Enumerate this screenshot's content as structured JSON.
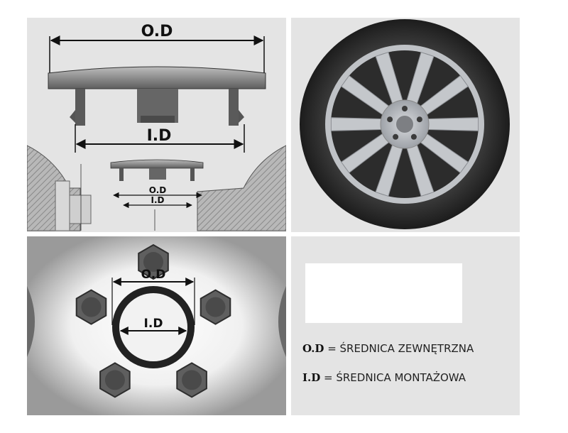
{
  "labels": {
    "od": "O.D",
    "id": "I.D"
  },
  "legend": [
    {
      "abbr": "O.D",
      "sep": " = ",
      "text": "ŚREDNICA ZEWNĘTRZNA"
    },
    {
      "abbr": "I.D",
      "sep": " = ",
      "text": "ŚREDNICA MONTAŻOWA"
    }
  ],
  "colors": {
    "panel_bg": "#e4e4e4",
    "cap_gray": "#6f6f6f",
    "tire": "#2a2a2a",
    "rim_silver": "#c9ccd1",
    "hatch": "#8a8a8a"
  }
}
